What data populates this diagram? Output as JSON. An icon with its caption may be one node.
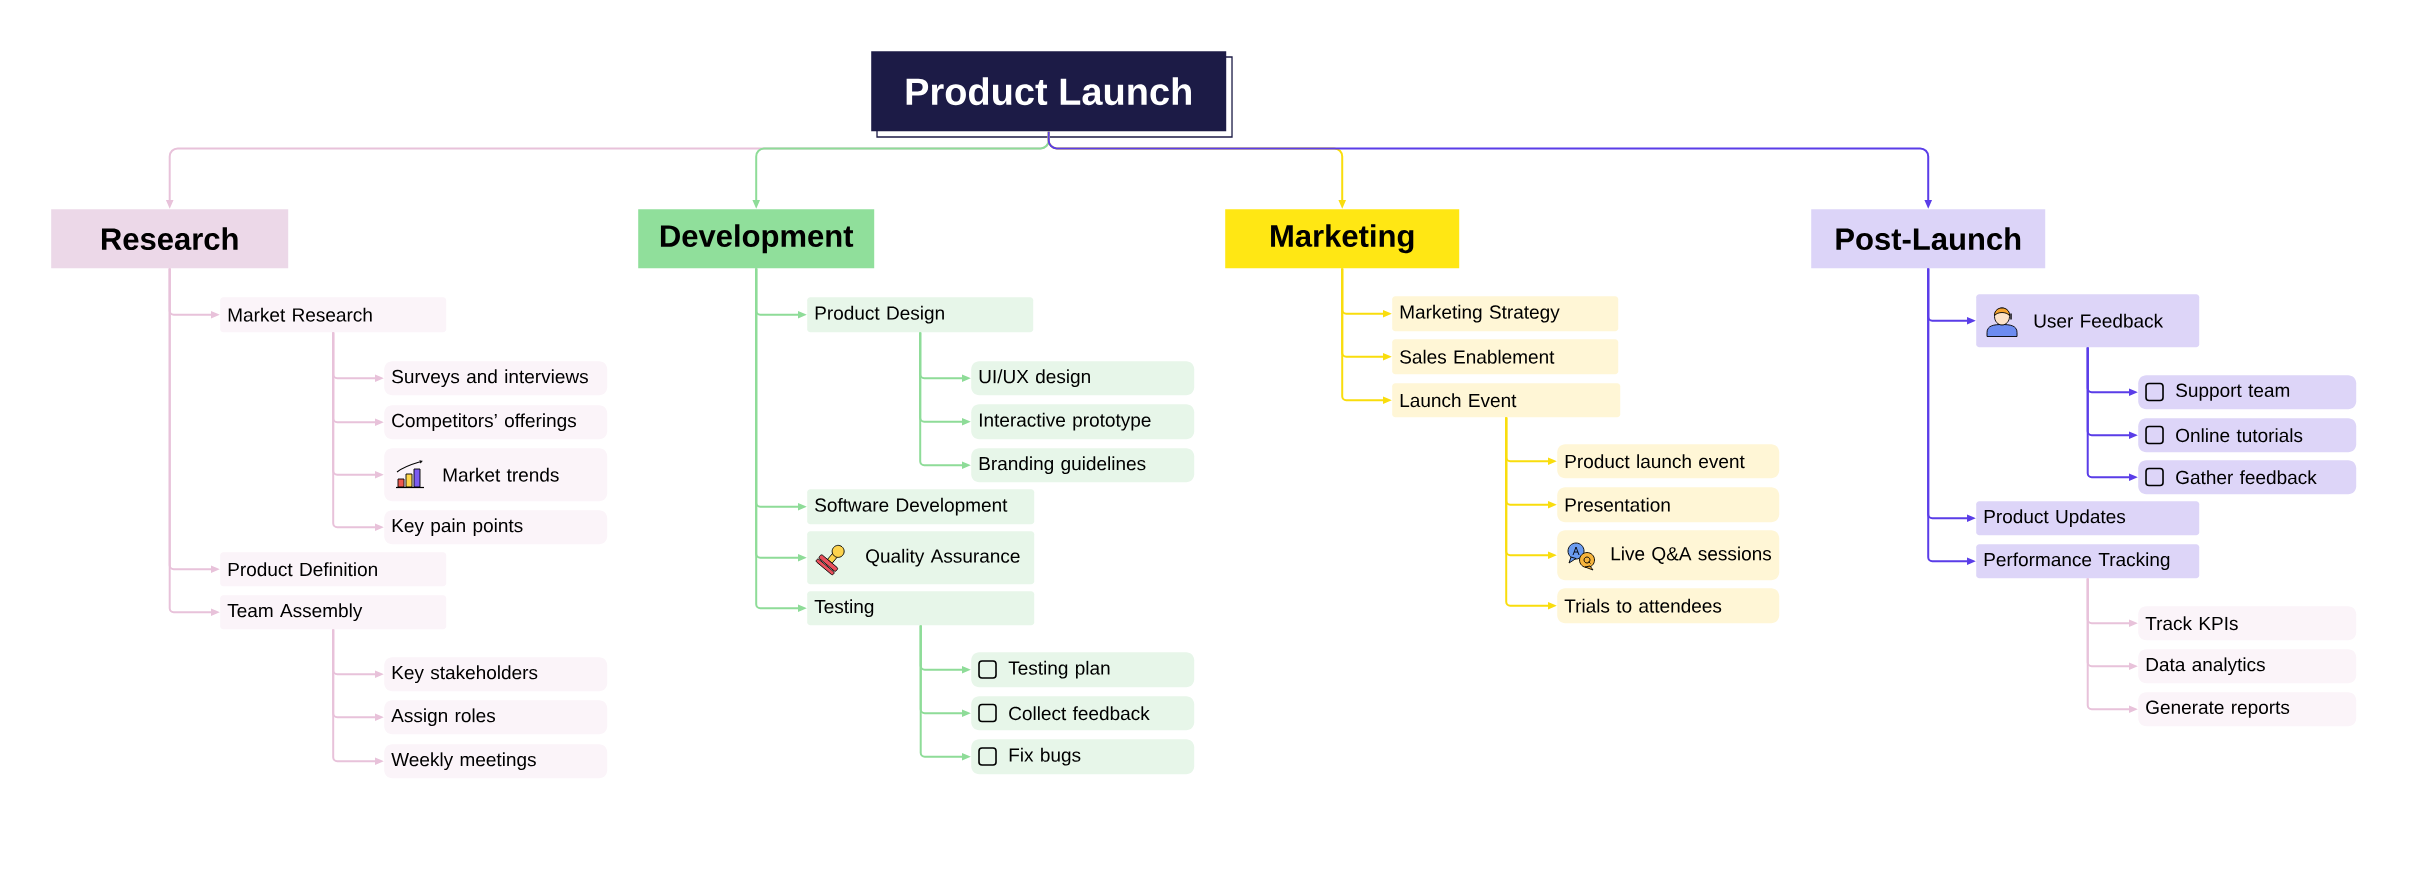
{
  "diagram": {
    "nodes": [
      {
        "text": [
          "Product Launch"
        ]
      },
      {
        "text": [
          "Research"
        ]
      },
      {
        "text": [
          "Market Research"
        ]
      },
      {
        "text": [
          "Surveys and interviews"
        ]
      },
      {
        "text": [
          "Competitors’ offerings"
        ]
      },
      {
        "text": [
          "Market trends"
        ]
      },
      {
        "text": [
          "Key pain points"
        ]
      },
      {
        "text": [
          "Product Definition"
        ]
      },
      {
        "text": [
          "Team Assembly"
        ]
      },
      {
        "text": [
          "Key stakeholders"
        ]
      },
      {
        "text": [
          "Assign roles"
        ]
      },
      {
        "text": [
          "Weekly meetings"
        ]
      },
      {
        "text": [
          "Development"
        ]
      },
      {
        "text": [
          "Product Design"
        ]
      },
      {
        "text": [
          "UI/UX design"
        ]
      },
      {
        "text": [
          "Interactive prototype"
        ]
      },
      {
        "text": [
          "Branding guidelines"
        ]
      },
      {
        "text": [
          "Software Development"
        ]
      },
      {
        "text": [
          "Quality Assurance"
        ]
      },
      {
        "text": [
          "Testing"
        ]
      },
      {
        "text": [
          "Testing plan"
        ]
      },
      {
        "text": [
          "Collect feedback"
        ]
      },
      {
        "text": [
          "Fix bugs"
        ]
      },
      {
        "text": [
          "Marketing"
        ]
      },
      {
        "text": [
          "Marketing Strategy"
        ]
      },
      {
        "text": [
          "Sales Enablement"
        ]
      },
      {
        "text": [
          "Launch Event"
        ]
      },
      {
        "text": [
          "Product launch event"
        ]
      },
      {
        "text": [
          "Presentation"
        ]
      },
      {
        "text": [
          "Live Q&A sessions"
        ]
      },
      {
        "text": [
          "Trials to attendees"
        ]
      },
      {
        "text": [
          "Post-Launch"
        ]
      },
      {
        "text": [
          "User Feedback"
        ]
      },
      {
        "text": [
          "Support team"
        ]
      },
      {
        "text": [
          "Online tutorials"
        ]
      },
      {
        "text": [
          "Gather feedback"
        ]
      },
      {
        "text": [
          "Product Updates"
        ]
      },
      {
        "text": [
          "Performance Tracking"
        ]
      },
      {
        "text": [
          "Track KPIs"
        ]
      },
      {
        "text": [
          "Data analytics"
        ]
      },
      {
        "text": [
          "Generate reports"
        ]
      }
    ],
    "edges": [
      {
        "from": 0,
        "to": 1,
        "arrow": "to",
        "color": "#e8c2da"
      },
      {
        "from": 1,
        "to": 2,
        "arrow": "to",
        "color": "#e8c2da"
      },
      {
        "from": 2,
        "to": 3,
        "arrow": "to",
        "color": "#e8c2da"
      },
      {
        "from": 2,
        "to": 4,
        "arrow": "to",
        "color": "#e8c2da"
      },
      {
        "from": 2,
        "to": 5,
        "arrow": "to",
        "color": "#e8c2da"
      },
      {
        "from": 2,
        "to": 6,
        "arrow": "to",
        "color": "#e8c2da"
      },
      {
        "from": 1,
        "to": 7,
        "arrow": "to",
        "color": "#e8c2da"
      },
      {
        "from": 1,
        "to": 8,
        "arrow": "to",
        "color": "#e8c2da"
      },
      {
        "from": 8,
        "to": 9,
        "arrow": "to",
        "color": "#e8c2da"
      },
      {
        "from": 8,
        "to": 10,
        "arrow": "to",
        "color": "#e8c2da"
      },
      {
        "from": 8,
        "to": 11,
        "arrow": "to",
        "color": "#e8c2da"
      },
      {
        "from": 0,
        "to": 12,
        "arrow": "to",
        "color": "#8edc98"
      },
      {
        "from": 12,
        "to": 13,
        "arrow": "to",
        "color": "#8edc98"
      },
      {
        "from": 13,
        "to": 14,
        "arrow": "to",
        "color": "#8edc98"
      },
      {
        "from": 13,
        "to": 15,
        "arrow": "to",
        "color": "#8edc98"
      },
      {
        "from": 13,
        "to": 16,
        "arrow": "to",
        "color": "#8edc98"
      },
      {
        "from": 12,
        "to": 17,
        "arrow": "to",
        "color": "#8edc98"
      },
      {
        "from": 12,
        "to": 18,
        "arrow": "to",
        "color": "#8edc98"
      },
      {
        "from": 12,
        "to": 19,
        "arrow": "to",
        "color": "#8edc98"
      },
      {
        "from": 19,
        "to": 20,
        "arrow": "to",
        "color": "#8edc98"
      },
      {
        "from": 19,
        "to": 21,
        "arrow": "to",
        "color": "#8edc98"
      },
      {
        "from": 19,
        "to": 22,
        "arrow": "to",
        "color": "#8edc98"
      },
      {
        "from": 0,
        "to": 23,
        "arrow": "to",
        "color": "#f9dd0d"
      },
      {
        "from": 23,
        "to": 24,
        "arrow": "to",
        "color": "#f9dd0d"
      },
      {
        "from": 23,
        "to": 25,
        "arrow": "to",
        "color": "#f9dd0d"
      },
      {
        "from": 23,
        "to": 26,
        "arrow": "to",
        "color": "#f9dd0d"
      },
      {
        "from": 26,
        "to": 27,
        "arrow": "to",
        "color": "#f9dd0d"
      },
      {
        "from": 26,
        "to": 28,
        "arrow": "to",
        "color": "#f9dd0d"
      },
      {
        "from": 26,
        "to": 29,
        "arrow": "to",
        "color": "#f9dd0d"
      },
      {
        "from": 26,
        "to": 30,
        "arrow": "to",
        "color": "#f9dd0d"
      },
      {
        "from": 0,
        "to": 31,
        "arrow": "to",
        "color": "#5a3de8"
      },
      {
        "from": 31,
        "to": 32,
        "arrow": "to",
        "color": "#5a3de8"
      },
      {
        "from": 32,
        "to": 33,
        "arrow": "to",
        "color": "#5a3de8"
      },
      {
        "from": 32,
        "to": 34,
        "arrow": "to",
        "color": "#5a3de8"
      },
      {
        "from": 32,
        "to": 35,
        "arrow": "to",
        "color": "#5a3de8"
      },
      {
        "from": 31,
        "to": 36,
        "arrow": "to",
        "color": "#5a3de8"
      },
      {
        "from": 31,
        "to": 37,
        "arrow": "to",
        "color": "#5a3de8"
      },
      {
        "from": 37,
        "to": 38,
        "arrow": "to",
        "color": "#e8c2da"
      },
      {
        "from": 37,
        "to": 39,
        "arrow": "to",
        "color": "#e8c2da"
      },
      {
        "from": 37,
        "to": 40,
        "arrow": "to",
        "color": "#e8c2da"
      }
    ]
  }
}
